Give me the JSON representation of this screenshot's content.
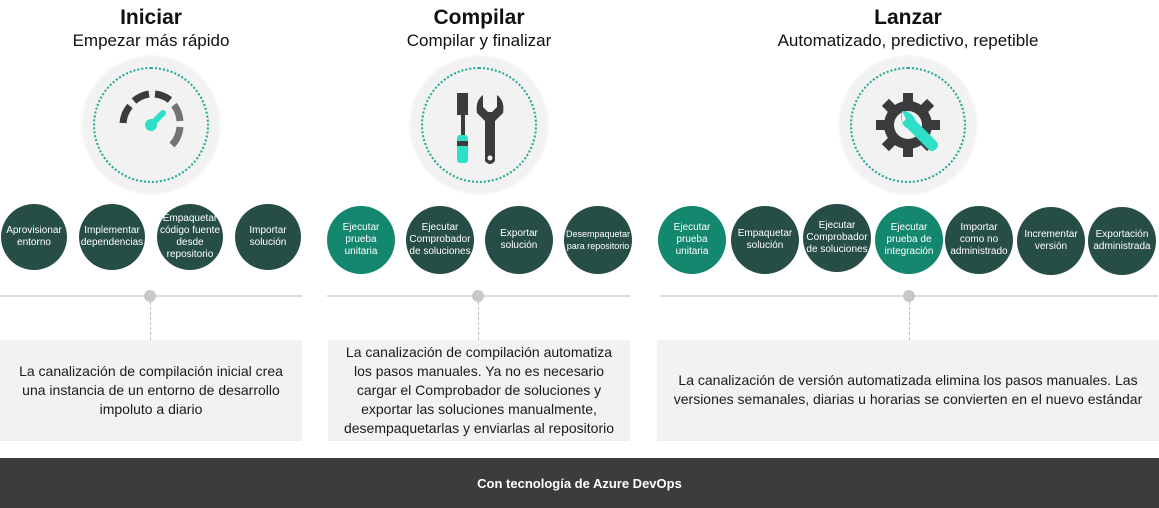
{
  "columns": [
    {
      "title": "Iniciar",
      "subtitle": "Empezar más rápido",
      "icon": "speedometer-icon",
      "steps": [
        {
          "label": "Aprovisionar entorno",
          "style": "dark"
        },
        {
          "label": "Implementar dependencias",
          "style": "dark"
        },
        {
          "label": "Empaquetar código fuente desde repositorio",
          "style": "dark"
        },
        {
          "label": "Importar solución",
          "style": "dark"
        }
      ],
      "description": "La canalización de compilación inicial crea una instancia de un entorno de desarrollo impoluto a diario"
    },
    {
      "title": "Compilar",
      "subtitle": "Compilar y finalizar",
      "icon": "tools-icon",
      "steps": [
        {
          "label": "Ejecutar prueba unitaria",
          "style": "teal"
        },
        {
          "label": "Ejecutar Comprobador de soluciones",
          "style": "dark"
        },
        {
          "label": "Exportar solución",
          "style": "dark"
        },
        {
          "label": "Desempaquetar para repositorio",
          "style": "dark"
        }
      ],
      "description": "La canalización de compilación automatiza los pasos manuales. Ya no es necesario cargar el Comprobador de soluciones y exportar las soluciones manualmente, desempaquetarlas y enviarlas al repositorio"
    },
    {
      "title": "Lanzar",
      "subtitle": "Automatizado, predictivo, repetible",
      "icon": "gear-wrench-icon",
      "steps": [
        {
          "label": "Ejecutar prueba unitaria",
          "style": "teal"
        },
        {
          "label": "Empaquetar solución",
          "style": "dark"
        },
        {
          "label": "Ejecutar Comprobador de soluciones",
          "style": "dark"
        },
        {
          "label": "Ejecutar prueba de integración",
          "style": "teal"
        },
        {
          "label": "Importar como no administrado",
          "style": "dark"
        },
        {
          "label": "Incrementar versión",
          "style": "dark"
        },
        {
          "label": "Exportación administrada",
          "style": "dark"
        }
      ],
      "description": "La canalización de versión automatizada elimina los pasos manuales. Las versiones semanales, diarias u horarias se convierten en el nuevo estándar"
    }
  ],
  "footer": {
    "label": "Con tecnología de Azure DevOps"
  },
  "colors": {
    "step_dark": "#264d46",
    "step_teal": "#14876f",
    "icon_accent": "#2ee0c8",
    "icon_dark": "#3b3b3d",
    "footer_bg": "#3c3c3c"
  }
}
